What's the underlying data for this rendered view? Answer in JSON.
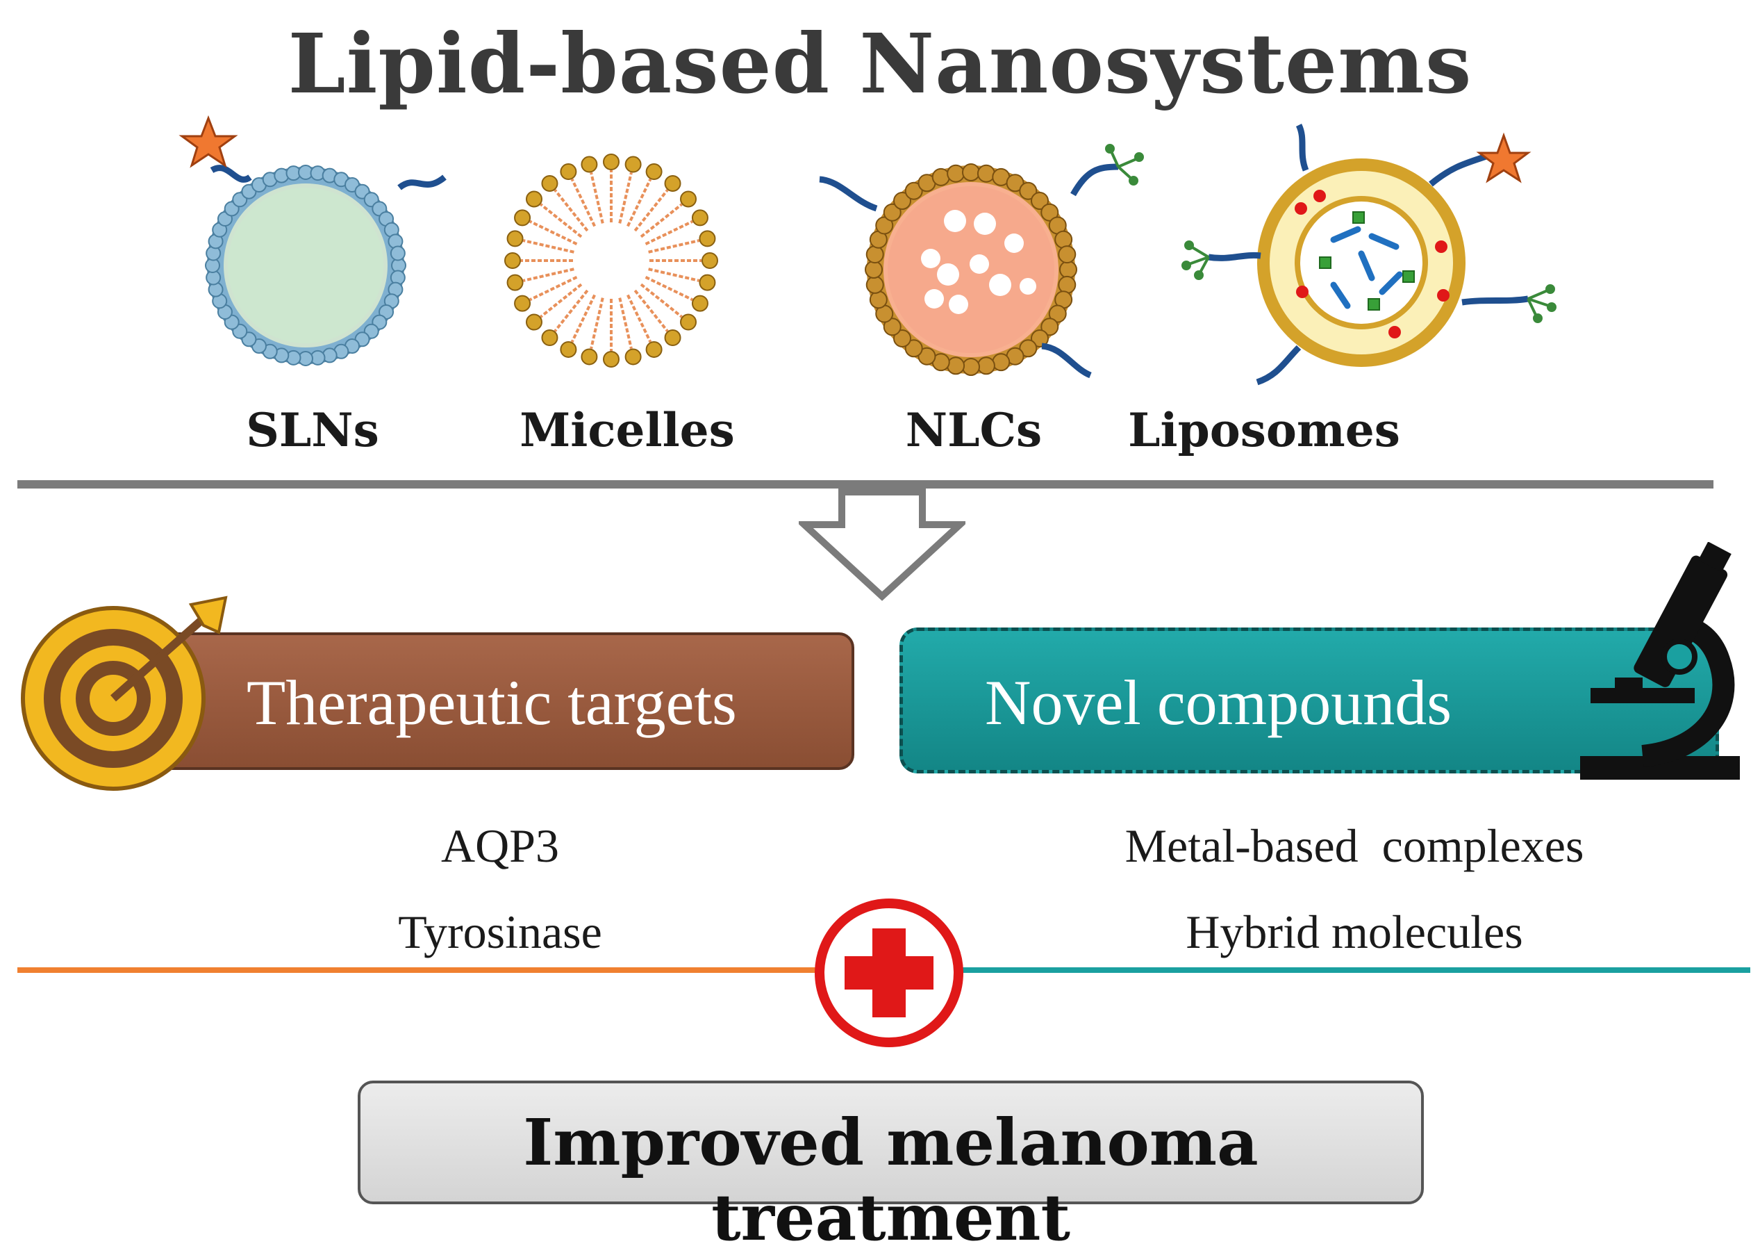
{
  "title": "Lipid-based Nanosystems",
  "nanosystems": [
    {
      "label": "SLNs"
    },
    {
      "label": "Micelles"
    },
    {
      "label": "NLCs"
    },
    {
      "label": "Liposomes"
    }
  ],
  "left_panel": {
    "banner": "Therapeutic targets",
    "items": [
      "AQP3",
      "Tyrosinase"
    ],
    "color": "#9b5a3c"
  },
  "right_panel": {
    "banner": "Novel compounds",
    "items": [
      "Metal-based  complexes",
      "Hybrid molecules"
    ],
    "color": "#1a9a9a"
  },
  "result": "Improved melanoma treatment",
  "colors": {
    "divider": "#7b7b7b",
    "orange": "#f08030",
    "teal": "#1aa0a0",
    "plus_red": "#e01818",
    "lipid_blue": "#7fb0d0",
    "lipid_gold": "#d4a22a"
  }
}
